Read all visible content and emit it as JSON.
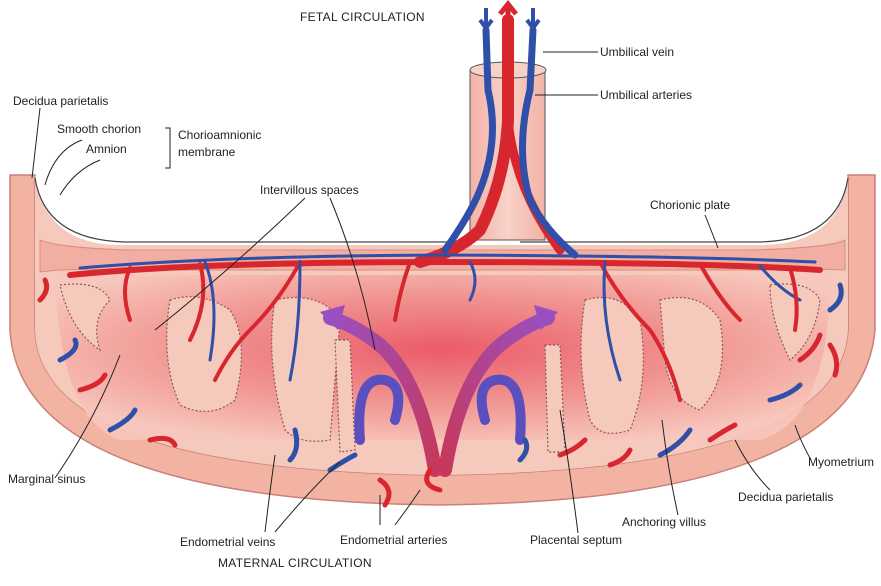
{
  "labels": {
    "fetal_circulation": "FETAL CIRCULATION",
    "umbilical_vein": "Umbilical vein",
    "umbilical_arteries": "Umbilical arteries",
    "decidua_parietalis_top": "Decidua parietalis",
    "smooth_chorion": "Smooth chorion",
    "amnion": "Amnion",
    "chorioamnionic_membrane": [
      "Chorioamnionic",
      "membrane"
    ],
    "intervillous_spaces": "Intervillous spaces",
    "chorionic_plate": "Chorionic plate",
    "marginal_sinus": "Marginal sinus",
    "myometrium": "Myometrium",
    "decidua_parietalis_right": "Decidua parietalis",
    "anchoring_villus": "Anchoring villus",
    "placental_septum": "Placental septum",
    "endometrial_arteries": "Endometrial arteries",
    "endometrial_veins": "Endometrial veins",
    "maternal_circulation": "MATERNAL CIRCULATION"
  },
  "colors": {
    "artery_red": "#d8262e",
    "vein_blue": "#2f4fa8",
    "tissue_pink": "#f6c4b8",
    "myometrium_pink": "#f3b3a3",
    "space_pink": "#ee8f86",
    "flow_purple": "#8b4fb0"
  }
}
